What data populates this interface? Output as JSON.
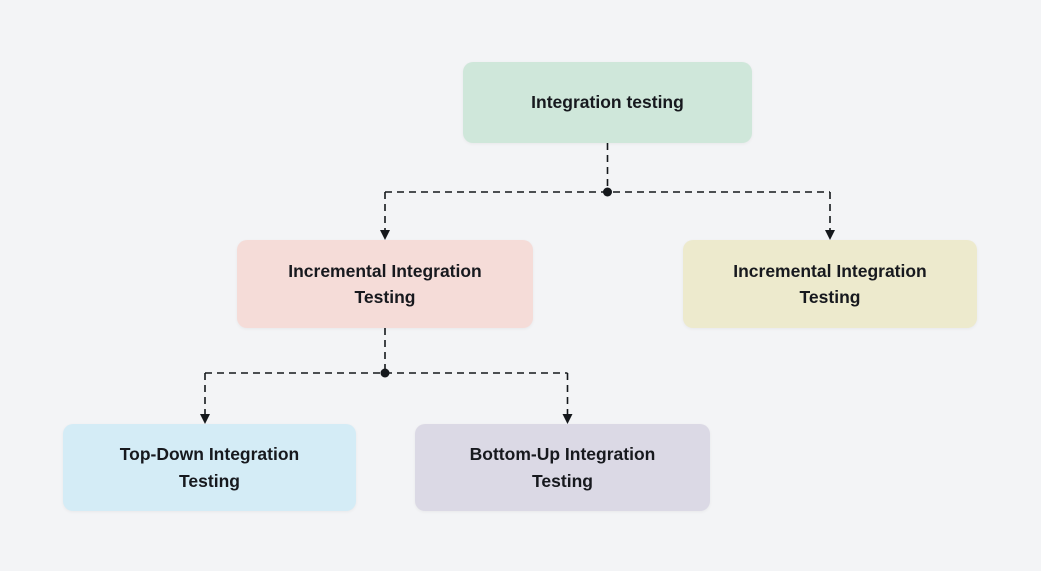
{
  "canvas": {
    "background": "#f3f4f6",
    "line_color": "#15181c",
    "text_color": "#17191e"
  },
  "nodes": [
    {
      "id": "integration-testing",
      "label": "Integration testing",
      "fill": "#cfe7da"
    },
    {
      "id": "incremental-integration-left",
      "label": "Incremental Integration Testing",
      "fill": "#f5dcd8"
    },
    {
      "id": "incremental-integration-right",
      "label": "Incremental Integration Testing",
      "fill": "#edeacd"
    },
    {
      "id": "top-down-integration",
      "label": "Top-Down Integration Testing",
      "fill": "#d4ecf6"
    },
    {
      "id": "bottom-up-integration",
      "label": "Bottom-Up Integration Testing",
      "fill": "#dbd9e5"
    }
  ]
}
